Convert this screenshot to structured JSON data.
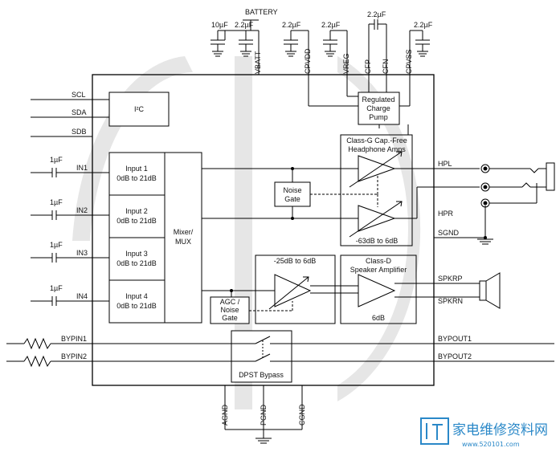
{
  "supply": {
    "battery": "BATTERY",
    "caps": [
      "10µF",
      "2.2µF",
      "2.2µF",
      "2.2µF",
      "2.2µF",
      "2.2µF"
    ],
    "pins": [
      "VBATT",
      "CPVDD",
      "VREG",
      "CFP",
      "CFN",
      "CPVSS"
    ]
  },
  "interface": {
    "pins": [
      "SCL",
      "SDA",
      "SDB"
    ],
    "block_label": "I²C"
  },
  "charge_pump": {
    "lines": [
      "Regulated",
      "Charge",
      "Pump"
    ]
  },
  "inputs": {
    "cap_label": "1µF",
    "pins": [
      "IN1",
      "IN2",
      "IN3",
      "IN4"
    ],
    "blocks": [
      {
        "name": "Input 1",
        "range": "0dB to 21dB"
      },
      {
        "name": "Input 2",
        "range": "0dB to 21dB"
      },
      {
        "name": "Input 3",
        "range": "0dB to 21dB"
      },
      {
        "name": "Input 4",
        "range": "0dB to 21dB"
      }
    ]
  },
  "mixer": {
    "lines": [
      "Mixer/",
      "MUX"
    ]
  },
  "noise_gate": {
    "lines": [
      "Noise",
      "Gate"
    ]
  },
  "headphone": {
    "title_lines": [
      "Class-G Cap.-Free",
      "Headphone Amps"
    ],
    "range": "-63dB to 6dB",
    "outputs": [
      "HPL",
      "HPR",
      "SGND"
    ]
  },
  "speaker": {
    "preamp_range": "-25dB to 6dB",
    "agc_lines": [
      "AGC /",
      "Noise",
      "Gate"
    ],
    "amp_title_lines": [
      "Class-D",
      "Speaker Amplifier"
    ],
    "amp_gain": "6dB",
    "outputs": [
      "SPKRP",
      "SPKRN"
    ]
  },
  "bypass": {
    "inputs": [
      "BYPIN1",
      "BYPIN2"
    ],
    "outputs": [
      "BYPOUT1",
      "BYPOUT2"
    ],
    "label": "DPST Bypass"
  },
  "grounds": [
    "AGND",
    "PGND",
    "CGND"
  ],
  "watermark": {
    "text": "家电维修资料网",
    "site": "www.520101.com"
  }
}
